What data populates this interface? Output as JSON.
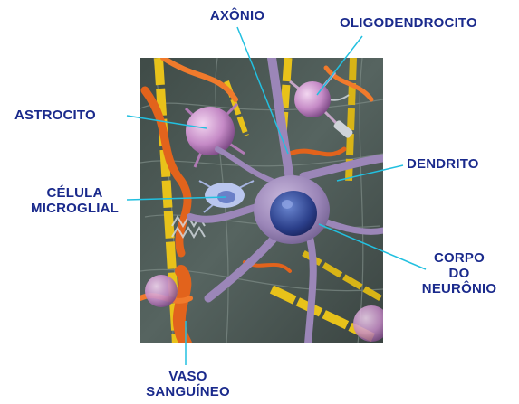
{
  "labels": {
    "axonio": "AXÔNIO",
    "oligodendrocito": "OLIGODENDROCITO",
    "astrocito": "ASTROCITO",
    "dendrito": "DENDRITO",
    "celula_microglial": [
      "CÉLULA",
      "MICROGLIAL"
    ],
    "corpo_neuronio": [
      "CORPO",
      "DO",
      "NEURÔNIO"
    ],
    "vaso_sanguineo": [
      "VASO",
      "SANGUÍNEO"
    ]
  },
  "colors": {
    "label_text": "#1a2a8c",
    "leader_line": "#22c0e0",
    "background": "#ffffff",
    "neuron_purple": "#9b86b8",
    "myelin_yellow": "#e8c21a",
    "vessel_orange": "#e2631c",
    "nucleus_blue": "#2b3f8a"
  },
  "illustration": {
    "subject": "neural tissue with neuron, glial cells and blood vessels"
  }
}
